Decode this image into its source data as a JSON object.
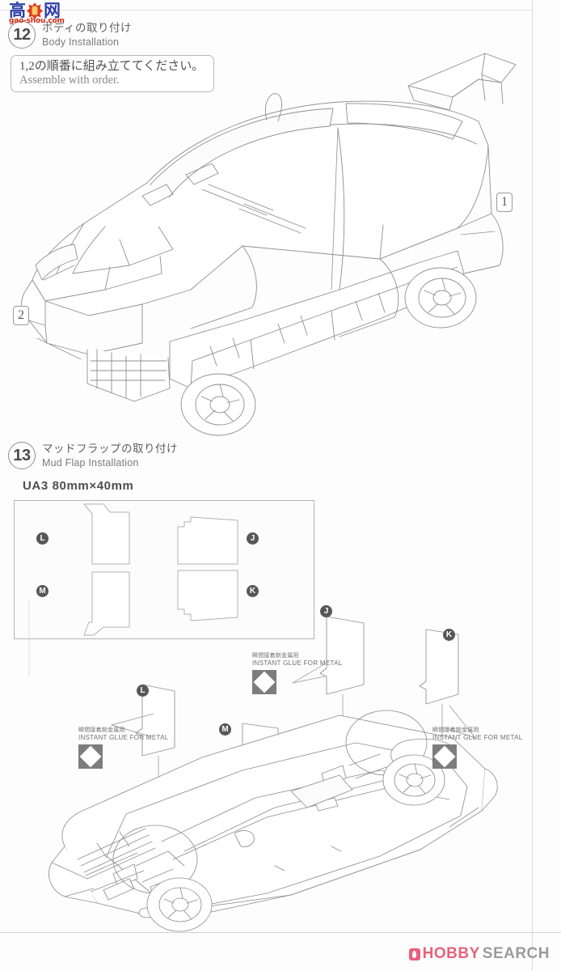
{
  "page": {
    "sheet_background": "#fdfdfd",
    "line_color": "#6a6a6a"
  },
  "watermark": {
    "char1": "高",
    "char2": "网",
    "url": "gao-shou.com",
    "hand_icon": "hand-ok-icon",
    "char_color": "#2c3fa8",
    "url_color": "#cc2a16"
  },
  "steps": [
    {
      "number": "12",
      "title_jp": "ボディの取り付け",
      "title_en": "Body Installation",
      "note": {
        "jp": "1,2の順番に組み立ててください。",
        "en": "Assemble with order."
      },
      "callouts": [
        {
          "label": "1"
        },
        {
          "label": "2"
        }
      ],
      "illustration": "lancer-evolution-body-exploded-view"
    },
    {
      "number": "13",
      "title_jp": "マッドフラップの取り付け",
      "title_en": "Mud Flap Installation",
      "material_label": "UA3  80mm×40mm",
      "template_sheet": {
        "name": "mud-flap-template-sheet",
        "parts": [
          {
            "letter": "L",
            "position": "top-left"
          },
          {
            "letter": "J",
            "position": "top-right"
          },
          {
            "letter": "M",
            "position": "bottom-left"
          },
          {
            "letter": "K",
            "position": "bottom-right"
          }
        ]
      },
      "flap_callouts": [
        {
          "letter": "J"
        },
        {
          "letter": "K"
        },
        {
          "letter": "L"
        },
        {
          "letter": "M"
        }
      ],
      "glue_notes": [
        {
          "jp": "瞬間接着剤金属用",
          "en": "INSTANT GLUE FOR METAL",
          "icon": "instant-glue-metal-icon"
        },
        {
          "jp": "瞬間接着剤金属用",
          "en": "INSTANT GLUE FOR METAL",
          "icon": "instant-glue-metal-icon"
        },
        {
          "jp": "瞬間接着剤金属用",
          "en": "INSTANT GLUE FOR METAL",
          "icon": "instant-glue-metal-icon"
        }
      ],
      "illustration": "lancer-evolution-chassis-underside-view"
    }
  ],
  "branding": {
    "name_primary": "HOBBY",
    "name_secondary": "SEARCH",
    "flame_icon": "flame-icon",
    "primary_color": "#e2647f",
    "secondary_color": "#9b9b9b"
  }
}
